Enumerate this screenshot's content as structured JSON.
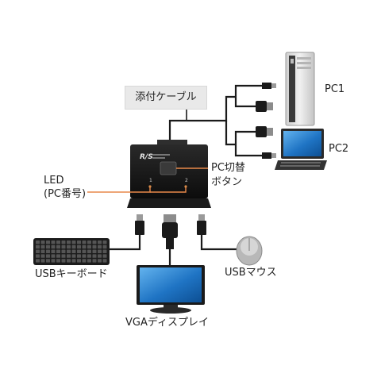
{
  "labels": {
    "cable": "添付ケーブル",
    "pc1": "PC1",
    "pc2": "PC2",
    "led_line1": "LED",
    "led_line2": "(PC番号)",
    "switch_line1": "PC切替",
    "switch_line2": "ボタン",
    "keyboard": "USBキーボード",
    "mouse": "USBマウス",
    "display": "VGAディスプレイ"
  },
  "device": {
    "port1": "1",
    "port2": "2"
  },
  "colors": {
    "device_body": "#111111",
    "cable": "#1a1a1a",
    "led_pointer": "#e8894a",
    "callout_bg": "#e9e9e9",
    "screen_blue": "#1f74c4"
  }
}
